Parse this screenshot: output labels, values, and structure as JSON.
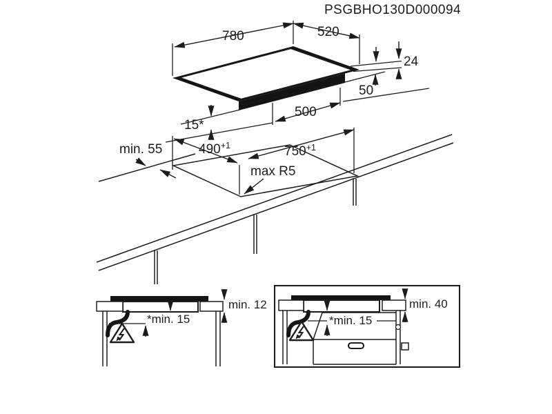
{
  "title": "PSGBHO130D000094",
  "colors": {
    "background": "#ffffff",
    "line": "#1c1c1c",
    "hob_glass": "#141414"
  },
  "main_diagram": {
    "dim_width_top": "780",
    "dim_depth_top": "520",
    "dim_edge_height": "24",
    "dim_overhang": "50",
    "dim_box_width": "500",
    "dim_gap_left": "15*",
    "dim_back_clearance": "min. 55",
    "dim_cutout_depth": "490",
    "dim_cutout_depth_tol": "+1",
    "dim_cutout_width": "750",
    "dim_cutout_width_tol": "+1",
    "dim_corner_radius": "max R5"
  },
  "detail_left": {
    "dim_counter_thickness": "min. 12",
    "dim_under_clearance": "*min. 15",
    "warning_icon": "warning-lightning"
  },
  "detail_right": {
    "dim_oven_clearance": "min. 40",
    "dim_under_clearance": "*min. 15",
    "warning_icon": "warning-lightning"
  }
}
